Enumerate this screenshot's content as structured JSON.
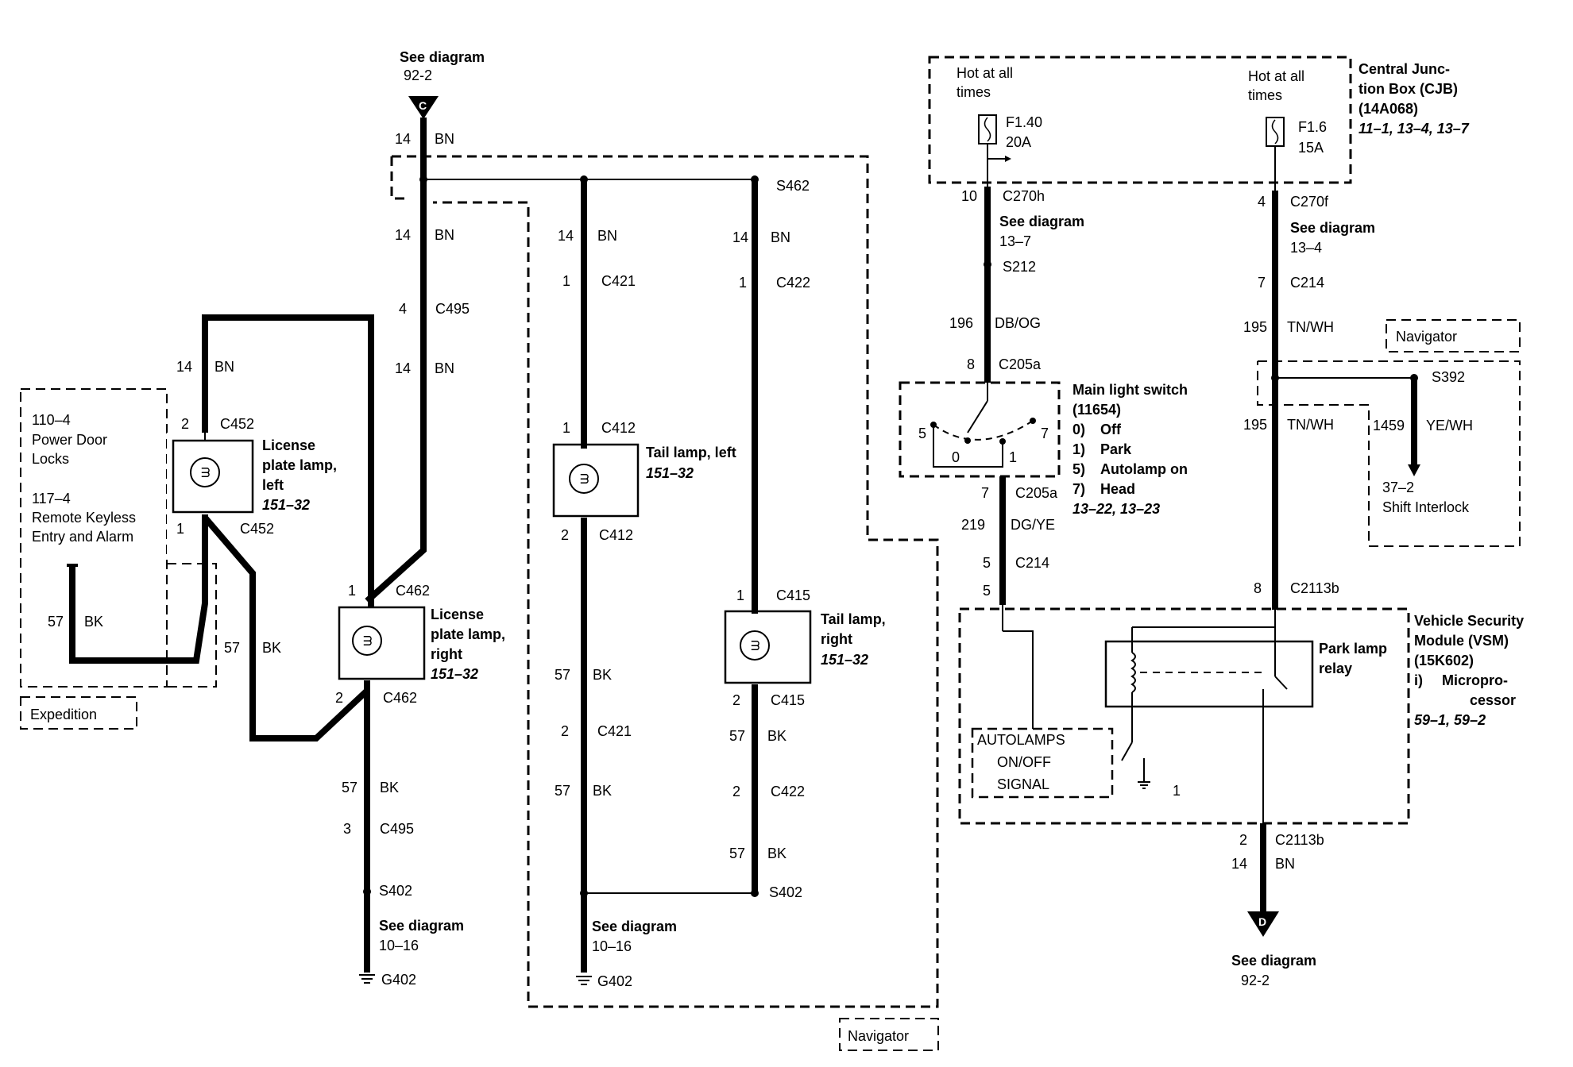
{
  "refs": {
    "top_left": {
      "title": "See diagram",
      "page": "92-2",
      "connector": "C"
    },
    "bottom_right": {
      "title": "See diagram",
      "page": "92-2",
      "connector": "D"
    }
  },
  "wires": {
    "main_top_gauge": "14",
    "main_top_color": "BN",
    "main2_gauge": "14",
    "main2_color": "BN",
    "c495_pin": "4",
    "c495": "C495",
    "main3_gauge": "14",
    "main3_color": "BN",
    "loop_gauge": "14",
    "loop_color": "BN",
    "left_gnd_gauge": "57",
    "left_gnd_color": "BK",
    "diag_gauge": "57",
    "diag_color": "BK",
    "rp_gnd_gauge": "57",
    "rp_gnd_color": "BK",
    "c495b_pin": "3",
    "c495b": "C495",
    "s402_left": "S402",
    "left_seediag": "See diagram",
    "left_seediag_page": "10–16",
    "g402_left": "G402",
    "tl_top_gauge": "14",
    "tl_top_color": "BN",
    "c421_pin": "1",
    "c421": "C421",
    "c412_pin": "1",
    "c412": "C412",
    "c412b_pin": "2",
    "c412b": "C412",
    "tl_gnd_gauge": "57",
    "tl_gnd_color": "BK",
    "c421b_pin": "2",
    "c421b": "C421",
    "tl_gnd2_gauge": "57",
    "tl_gnd2_color": "BK",
    "mid_seediag": "See diagram",
    "mid_seediag_page": "10–16",
    "g402_mid": "G402",
    "s462": "S462",
    "tr_top_gauge": "14",
    "tr_top_color": "BN",
    "c422_pin": "1",
    "c422": "C422",
    "c415_pin": "1",
    "c415": "C415",
    "c415b_pin": "2",
    "c415b": "C415",
    "tr_gnd_gauge": "57",
    "tr_gnd_color": "BK",
    "c422b_pin": "2",
    "c422b": "C422",
    "tr_gnd2_gauge": "57",
    "tr_gnd2_color": "BK",
    "s402_mid": "S402",
    "c452_top_pin": "2",
    "c452_top": "C452",
    "c452_bot_pin": "1",
    "c452_bot": "C452",
    "c462_top_pin": "1",
    "c462_top": "C462",
    "c462_bot_pin": "2",
    "c462_bot": "C462"
  },
  "components": {
    "lp_left": [
      "License",
      "plate lamp,",
      "left"
    ],
    "lp_left_ref": "151–32",
    "lp_right": [
      "License",
      "plate lamp,",
      "right"
    ],
    "lp_right_ref": "151–32",
    "tail_left": "Tail lamp, left",
    "tail_left_ref": "151–32",
    "tail_right": [
      "Tail lamp,",
      "right"
    ],
    "tail_right_ref": "151–32"
  },
  "expedition_box": {
    "ref1": "110–4",
    "ref1_label": [
      "Power Door",
      "Locks"
    ],
    "ref2": "117–4",
    "ref2_label": [
      "Remote Keyless",
      "Entry and Alarm"
    ],
    "tag": "Expedition"
  },
  "navigator_tag": "Navigator",
  "cjb": {
    "title": [
      "Central Junc-",
      "tion Box (CJB)",
      "(14A068)"
    ],
    "refs": "11–1, 13–4, 13–7",
    "hot1": [
      "Hot at all",
      "times"
    ],
    "fuse1": "F1.40",
    "fuse1_amp": "20A",
    "hot2": [
      "Hot at all",
      "times"
    ],
    "fuse2": "F1.6",
    "fuse2_amp": "15A"
  },
  "right_wires": {
    "c270h_pin": "10",
    "c270h": "C270h",
    "seediag1": "See diagram",
    "seediag1_page": "13–7",
    "s212": "S212",
    "w196_gauge": "196",
    "w196_color": "DB/OG",
    "c205a_pin": "8",
    "c205a": "C205a",
    "c205a2_pin": "7",
    "c205a2": "C205a",
    "w219_gauge": "219",
    "w219_color": "DG/YE",
    "c214_pin": "5",
    "c214": "C214",
    "c214_lower_pin": "5",
    "c270f_pin": "4",
    "c270f": "C270f",
    "seediag2": "See diagram",
    "seediag2_page": "13–4",
    "c214b_pin": "7",
    "c214b": "C214",
    "w195_gauge": "195",
    "w195_color": "TN/WH",
    "w195b_gauge": "195",
    "w195b_color": "TN/WH",
    "s392": "S392",
    "w1459_gauge": "1459",
    "w1459_color": "YE/WH",
    "shift_ref": "37–2",
    "shift_label": "Shift Interlock",
    "c2113b_pin": "8",
    "c2113b": "C2113b",
    "c2113b2_pin": "2",
    "c2113b2": "C2113b",
    "bn_gauge": "14",
    "bn_color": "BN",
    "navigator2": "Navigator"
  },
  "switch": {
    "title": [
      "Main light switch",
      "(11654)"
    ],
    "positions": [
      {
        "num": "0)",
        "label": "Off"
      },
      {
        "num": "1)",
        "label": "Park"
      },
      {
        "num": "5)",
        "label": "Autolamp on"
      },
      {
        "num": "7)",
        "label": "Head"
      }
    ],
    "refs": "13–22, 13–23",
    "p5": "5",
    "p0": "0",
    "p1": "1",
    "p7": "7"
  },
  "vsm": {
    "title": [
      "Vehicle Security",
      "Module (VSM)",
      "(15K602)"
    ],
    "item_num": "i)",
    "item": [
      "Micropro-",
      "cessor"
    ],
    "refs": "59–1, 59–2",
    "relay": [
      "Park lamp",
      "relay"
    ],
    "autolamps": [
      "AUTOLAMPS",
      "ON/OFF",
      "SIGNAL"
    ],
    "pin1": "1"
  }
}
